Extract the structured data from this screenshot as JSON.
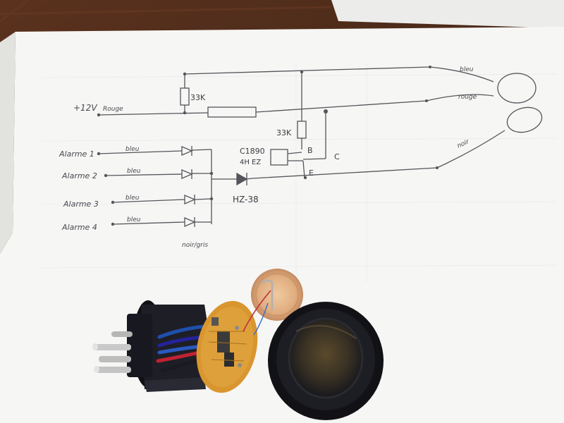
{
  "schematic": {
    "supply_label": "+12V",
    "supply_wire": "Rouge",
    "resistor_top": "33K",
    "resistor_mid": "33K",
    "transistor_name": "C1890",
    "transistor_code": "4H EZ",
    "pin_b": "B",
    "pin_c": "C",
    "pin_e": "E",
    "zener": "HZ-38",
    "ground_note": "noir/gris",
    "alarms": [
      {
        "label": "Alarme 1",
        "wire": "bleu"
      },
      {
        "label": "Alarme 2",
        "wire": "bleu"
      },
      {
        "label": "Alarme 3",
        "wire": "bleu"
      },
      {
        "label": "Alarme 4",
        "wire": "bleu"
      }
    ],
    "right_wires": {
      "top": "bleu",
      "middle": "rouge",
      "bottom": "noir"
    }
  },
  "colors": {
    "table": "#4a2a1a",
    "paper": "#f6f6f4",
    "ink": "#4a4a52",
    "pcb": "#d9962f",
    "plastic": "#1c1c22"
  }
}
